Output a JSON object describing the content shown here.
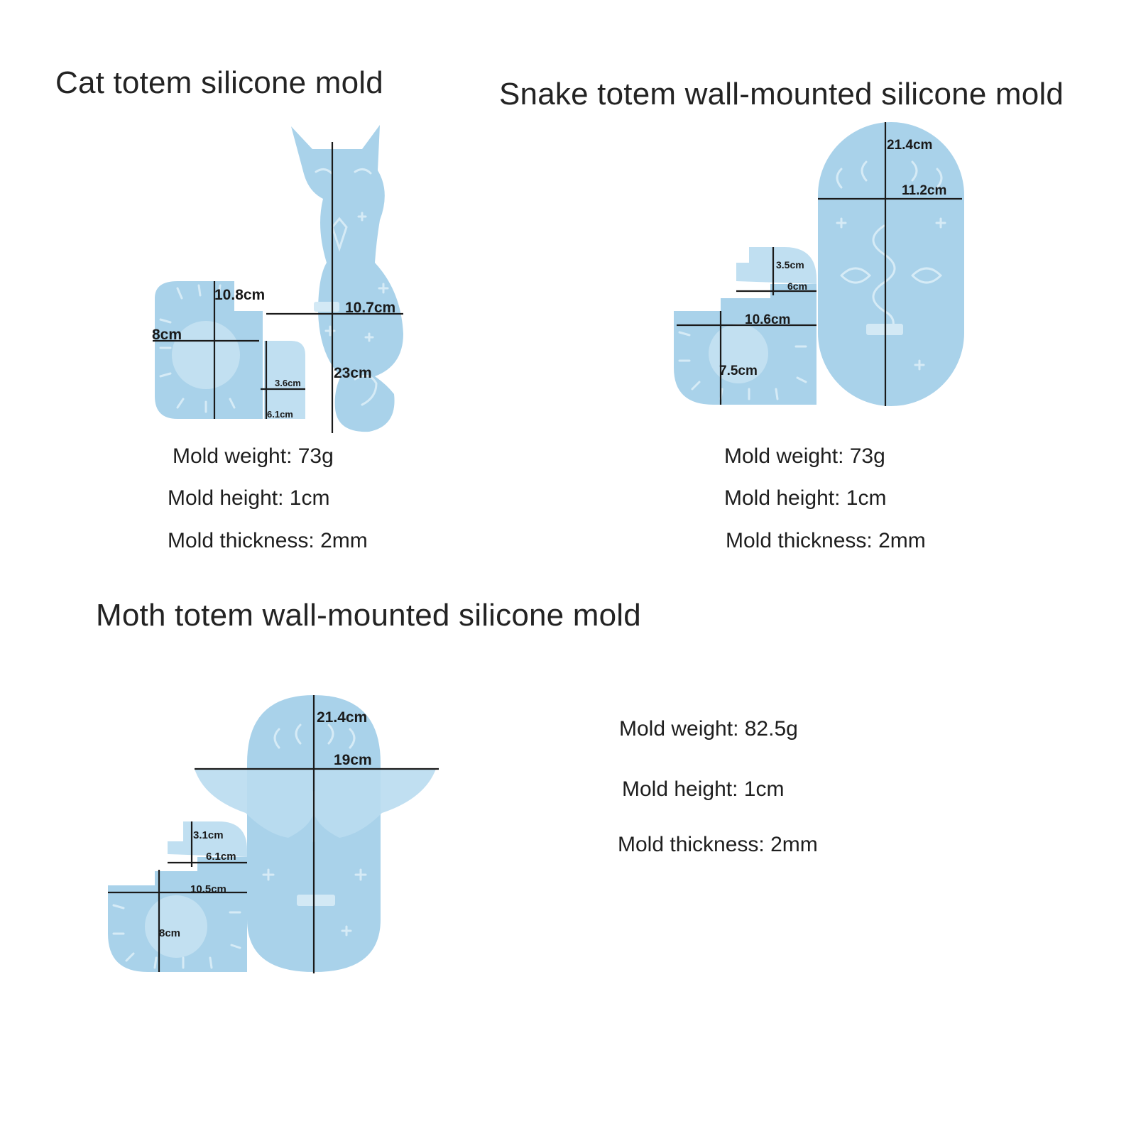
{
  "colors": {
    "mold": "#a9d2ea",
    "background": "#ffffff",
    "text": "#222222"
  },
  "cat": {
    "title": "Cat totem silicone mold",
    "dims": {
      "tray_width": "10.8cm",
      "tray_height": "8cm",
      "body_width": "10.7cm",
      "body_height": "23cm",
      "stand_width": "3.6cm",
      "stand_height": "6.1cm"
    },
    "specs": {
      "weight": "Mold weight: 73g",
      "height": "Mold height: 1cm",
      "thickness": "Mold thickness: 2mm"
    }
  },
  "snake": {
    "title": "Snake totem wall-mounted silicone mold",
    "dims": {
      "oval_height": "21.4cm",
      "oval_width": "11.2cm",
      "stand_width": "3.5cm",
      "stand_height": "6cm",
      "tray_width": "10.6cm",
      "tray_height": "7.5cm"
    },
    "specs": {
      "weight": "Mold weight: 73g",
      "height": "Mold height: 1cm",
      "thickness": "Mold thickness: 2mm"
    }
  },
  "moth": {
    "title": "Moth totem wall-mounted silicone mold",
    "dims": {
      "arch_height": "21.4cm",
      "wing_width": "19cm",
      "stand_width": "3.1cm",
      "stand_height": "6.1cm",
      "tray_width": "10.5cm",
      "tray_height": "8cm"
    },
    "specs": {
      "weight": "Mold weight: 82.5g",
      "height": "Mold height: 1cm",
      "thickness": "Mold thickness: 2mm"
    }
  }
}
